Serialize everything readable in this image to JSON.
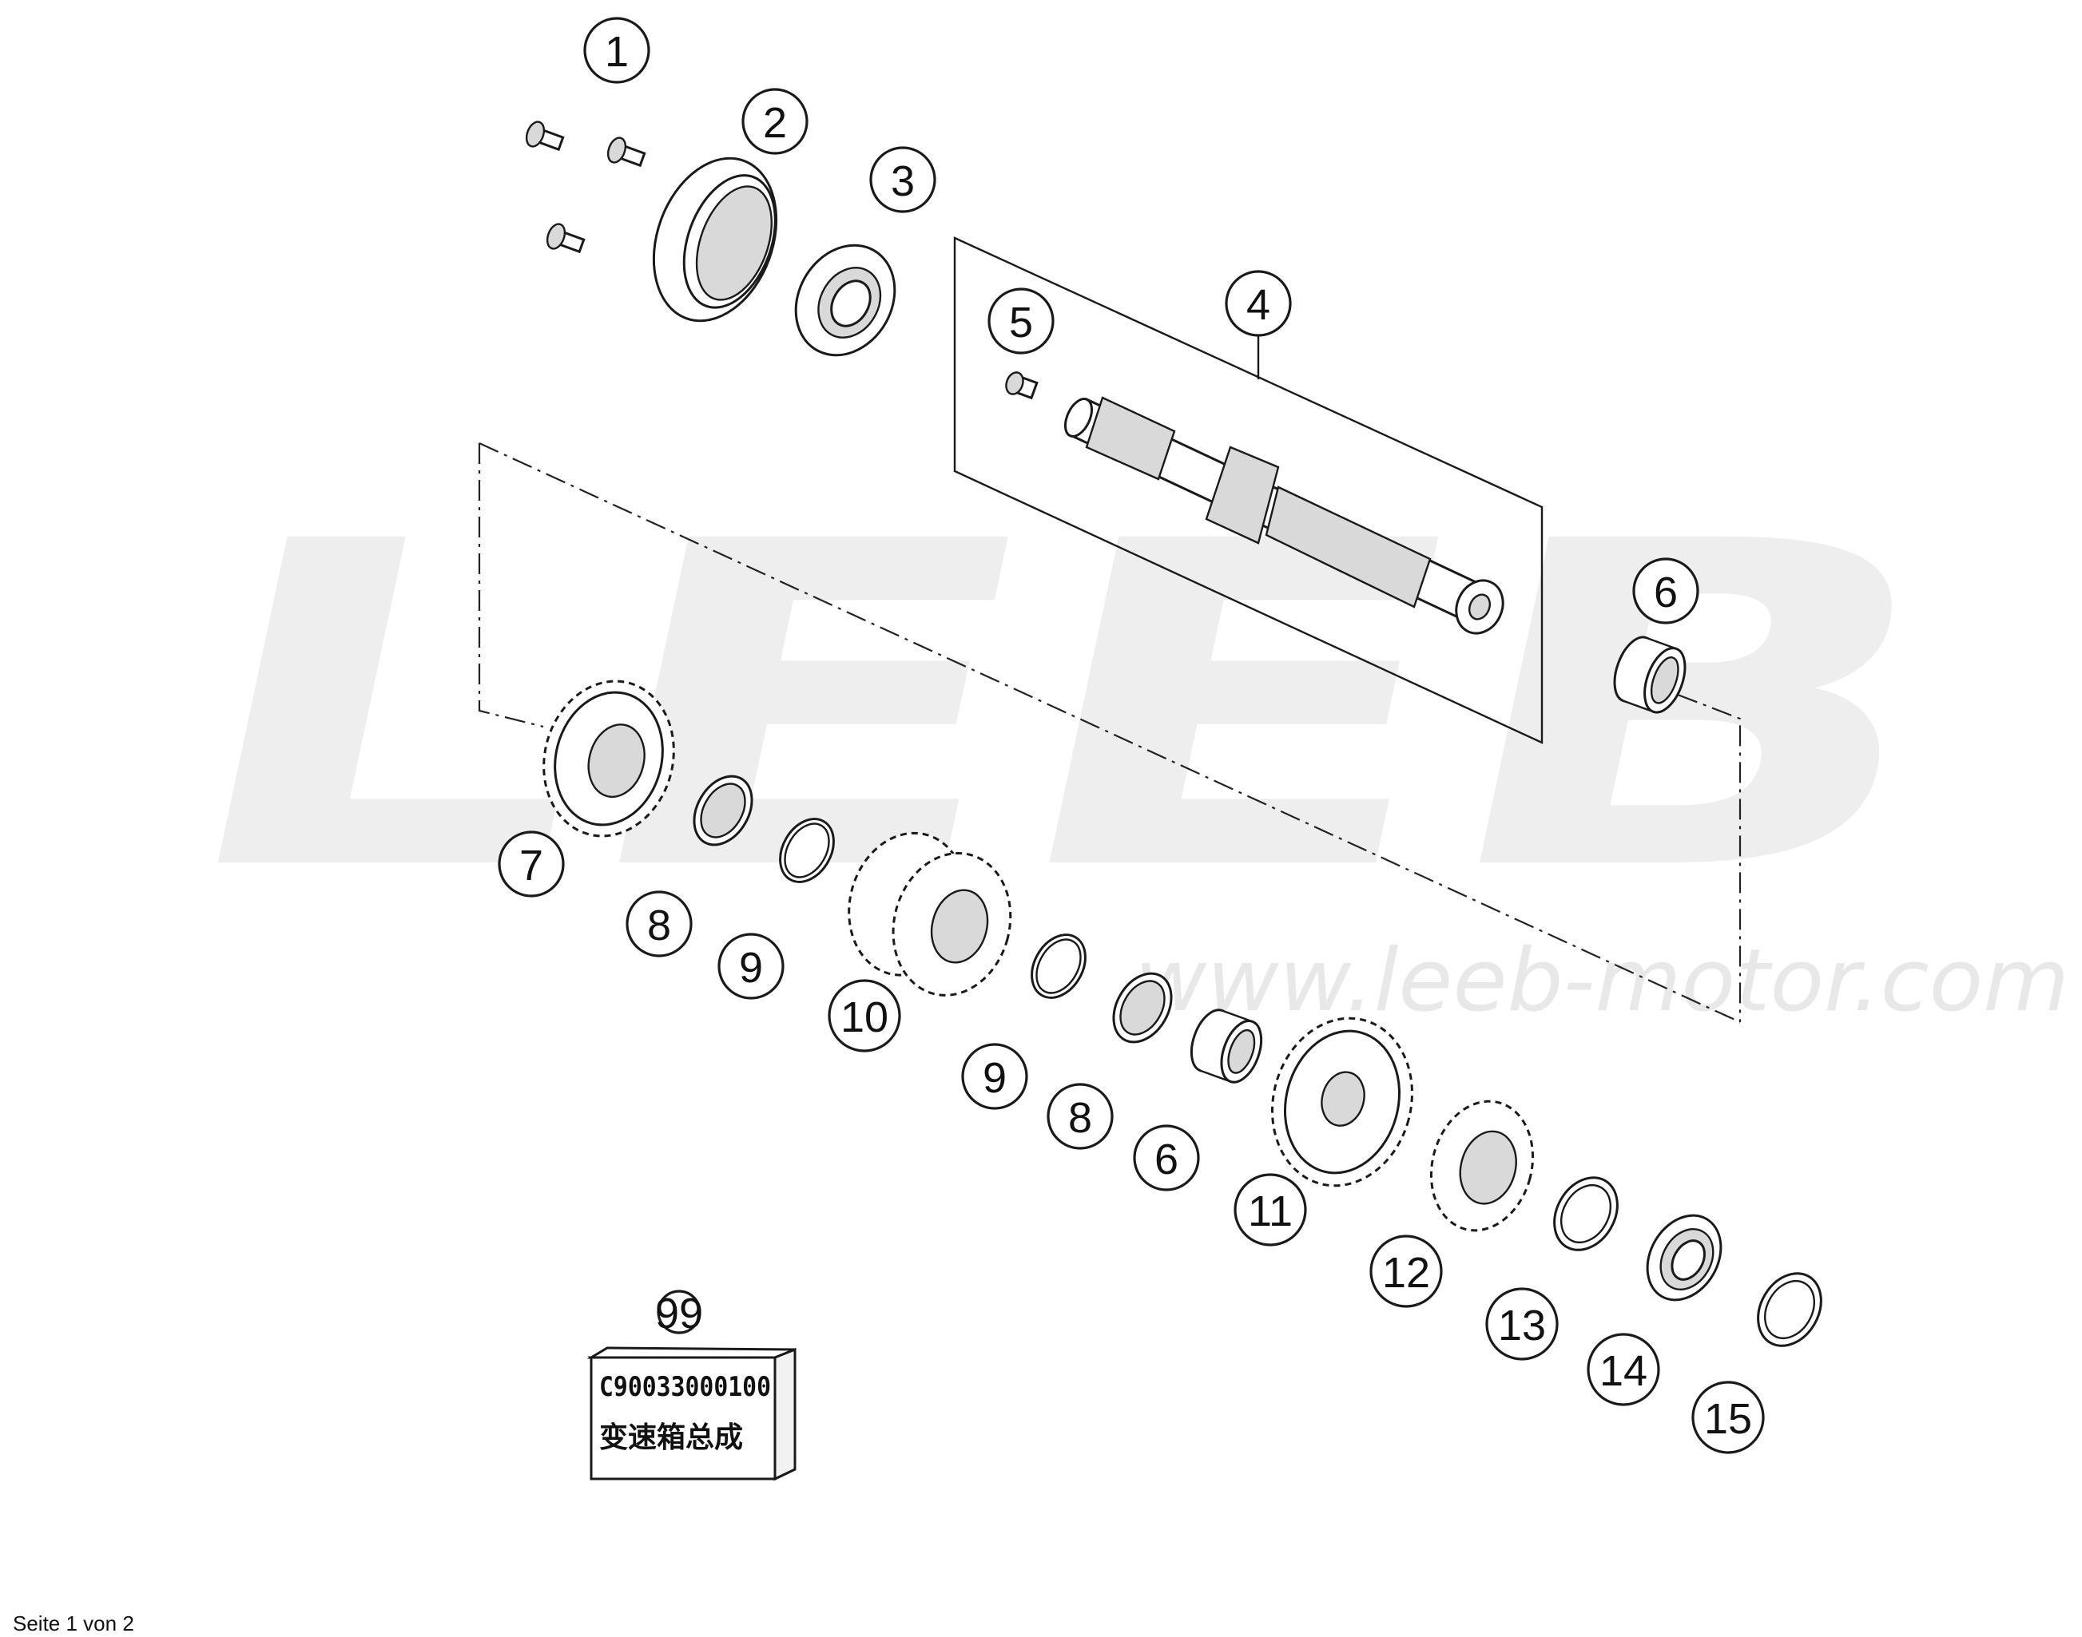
{
  "watermark": {
    "brand": "LEEB",
    "url": "www.leeb-motor.com"
  },
  "callouts": [
    {
      "label": "1",
      "name": "callout-1"
    },
    {
      "label": "2",
      "name": "callout-2"
    },
    {
      "label": "3",
      "name": "callout-3"
    },
    {
      "label": "4",
      "name": "callout-4"
    },
    {
      "label": "5",
      "name": "callout-5"
    },
    {
      "label": "6",
      "name": "callout-6-top"
    },
    {
      "label": "7",
      "name": "callout-7"
    },
    {
      "label": "8",
      "name": "callout-8-left"
    },
    {
      "label": "9",
      "name": "callout-9-left"
    },
    {
      "label": "10",
      "name": "callout-10"
    },
    {
      "label": "9",
      "name": "callout-9-right"
    },
    {
      "label": "8",
      "name": "callout-8-right"
    },
    {
      "label": "6",
      "name": "callout-6-bottom"
    },
    {
      "label": "11",
      "name": "callout-11"
    },
    {
      "label": "12",
      "name": "callout-12"
    },
    {
      "label": "13",
      "name": "callout-13"
    },
    {
      "label": "14",
      "name": "callout-14"
    },
    {
      "label": "15",
      "name": "callout-15"
    },
    {
      "label": "99",
      "name": "callout-99"
    }
  ],
  "kit_box": {
    "part_number": "C90033000100",
    "description": "变速箱总成"
  },
  "footer": {
    "page_label": "Seite 1 von 2"
  }
}
